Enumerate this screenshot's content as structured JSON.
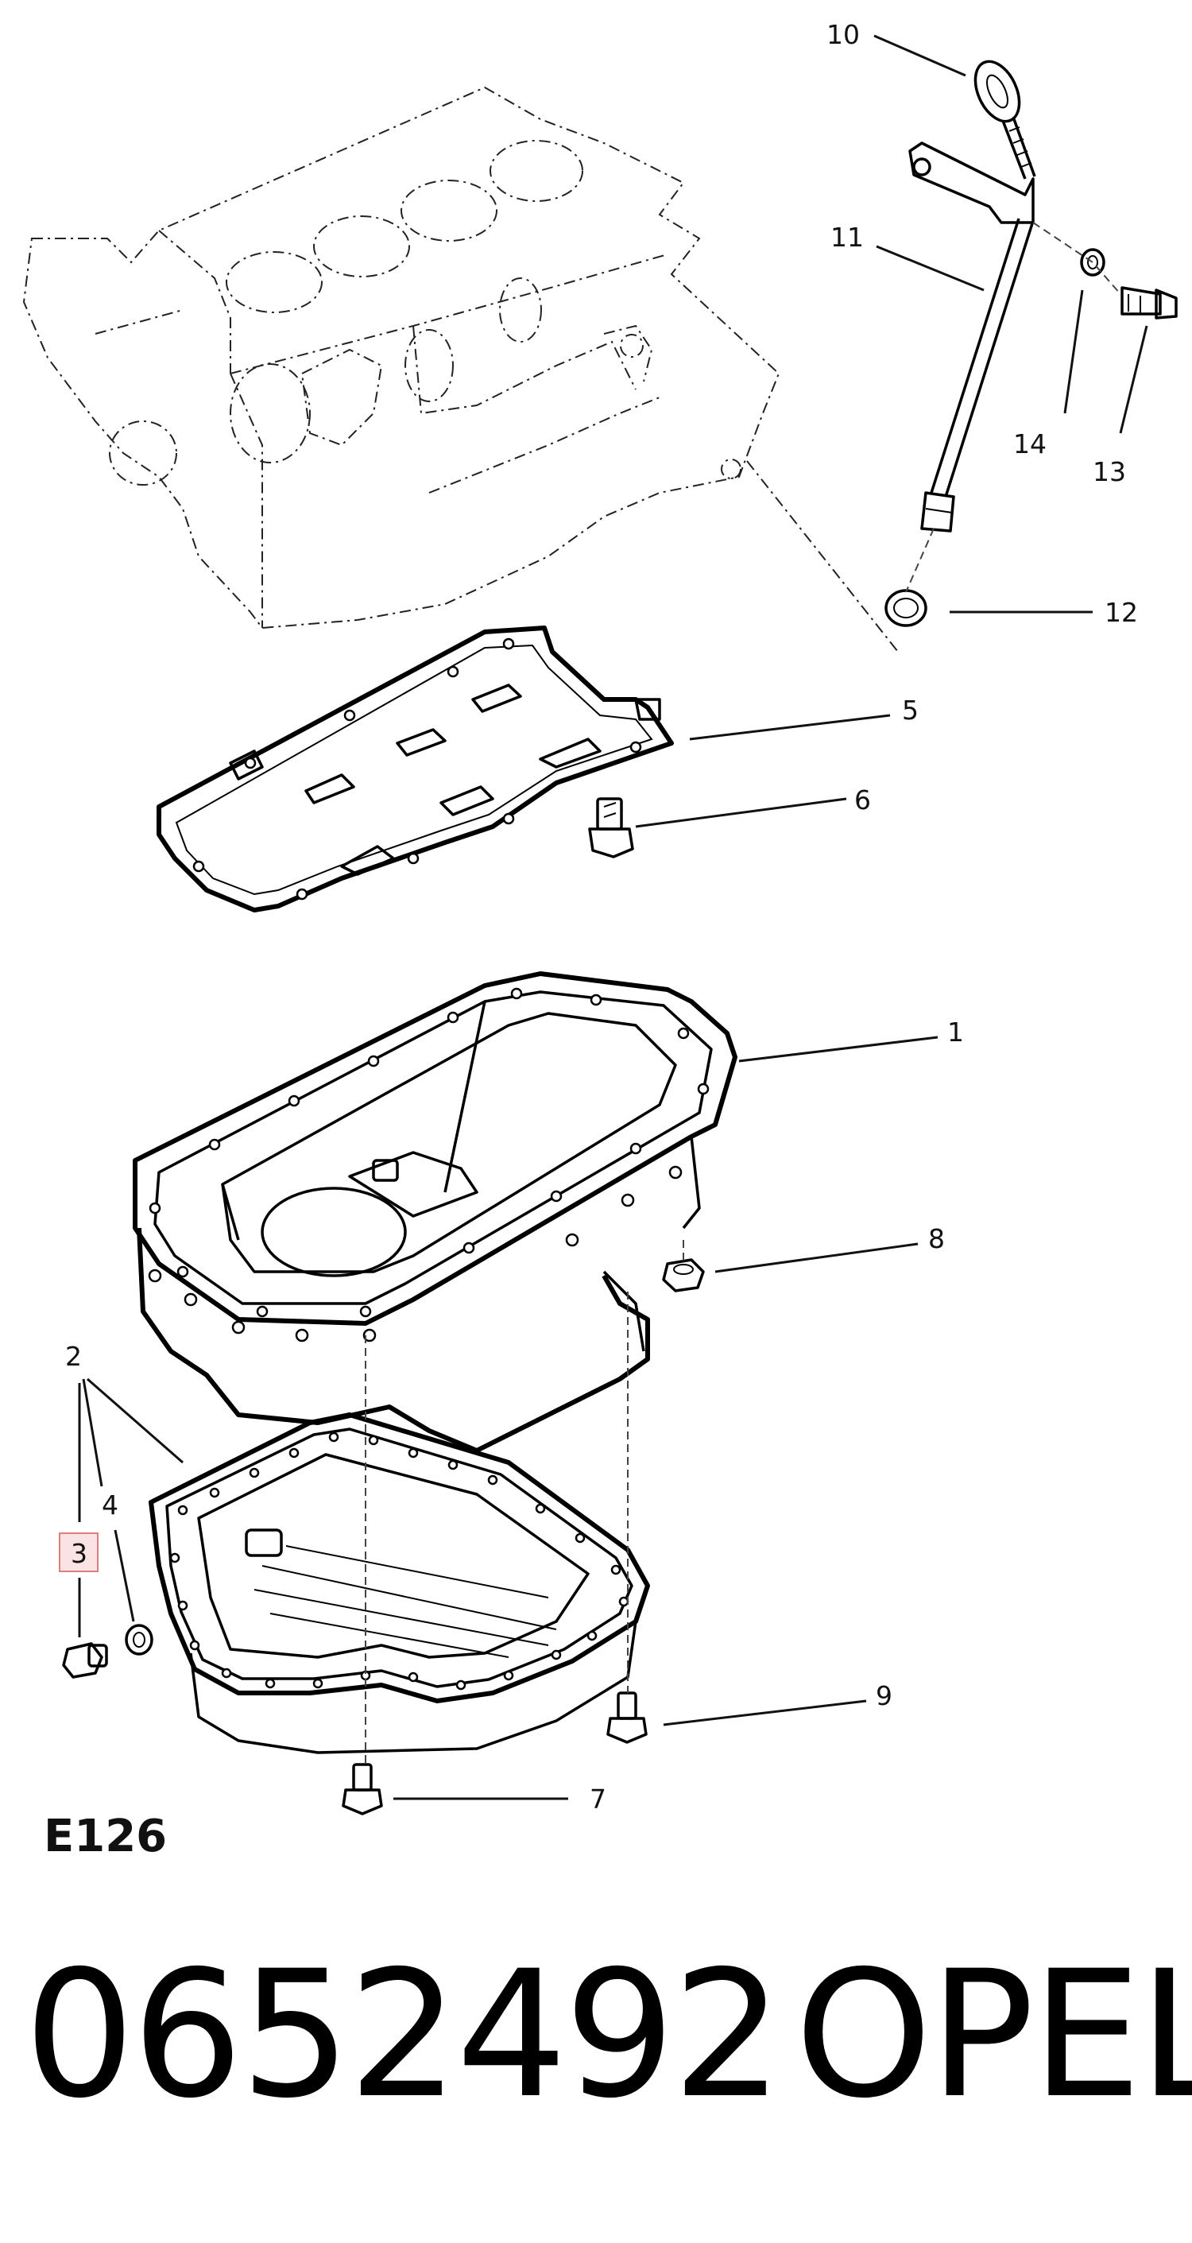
{
  "callouts": {
    "c1": "1",
    "c2": "2",
    "c3": "3",
    "c4": "4",
    "c5": "5",
    "c6": "6",
    "c7": "7",
    "c8": "8",
    "c9": "9",
    "c10": "10",
    "c11": "11",
    "c12": "12",
    "c13": "13",
    "c14": "14"
  },
  "figure_code": "E126",
  "part_number": "0652492",
  "brand": "OPEL",
  "highlight": {
    "callout": "3",
    "color": "#d98080"
  }
}
